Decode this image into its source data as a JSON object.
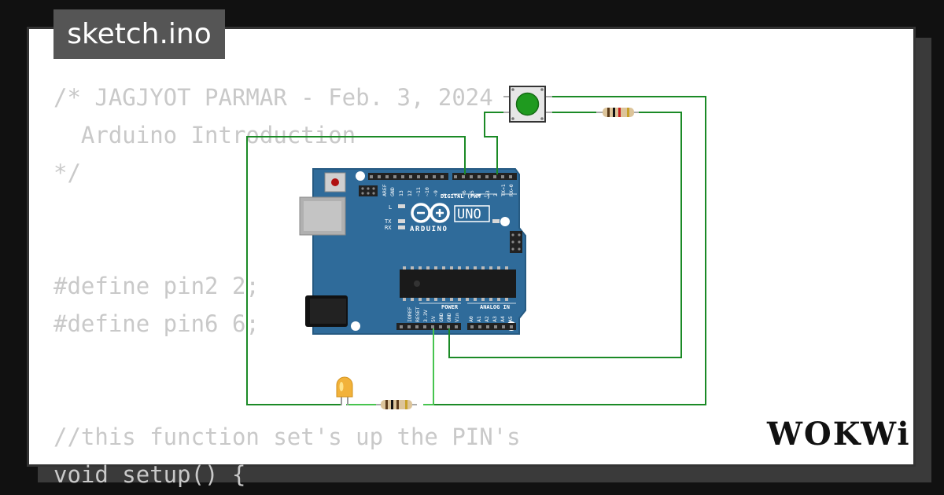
{
  "tab": {
    "filename": "sketch.ino"
  },
  "code_lines": [
    "/* JAGJYOT PARMAR - Feb. 3, 2024",
    "  Arduino Introduction",
    "*/",
    "",
    "",
    "#define pin2 2;",
    "#define pin6 6;",
    "",
    "",
    "//this function set's up the PIN's",
    "void setup() {"
  ],
  "board": {
    "brand": "ARDUINO",
    "model": "UNO",
    "digital_label": "DIGITAL (PWM ~)",
    "power_label": "POWER",
    "analog_label": "ANALOG IN",
    "on_label": "ON",
    "led_labels": [
      "L",
      "TX",
      "RX"
    ],
    "digital_pins": [
      "AREF",
      "GND",
      "13",
      "12",
      "~11",
      "~10",
      "~9",
      "8",
      "7",
      "~6",
      "~5",
      "4",
      "~3",
      "2",
      "TX→1",
      "RX←0"
    ],
    "power_pins": [
      "IOREF",
      "RESET",
      "3.3V",
      "5V",
      "GND",
      "GND",
      "Vin"
    ],
    "analog_pins": [
      "A0",
      "A1",
      "A2",
      "A3",
      "A4",
      "A5"
    ]
  },
  "brand_logo": "WOKWi",
  "colors": {
    "background": "#111111",
    "board": "#2f6b9a",
    "wire": "#1b8a26",
    "button_cap": "#1f9a1f",
    "led": "#f2b23a"
  }
}
